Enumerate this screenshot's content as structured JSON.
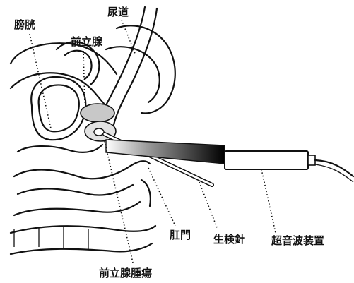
{
  "labels": {
    "bladder": "膀胱",
    "urethra": "尿道",
    "prostate": "前立腺",
    "anus": "肛門",
    "biopsy_needle": "生検針",
    "ultrasound_device": "超音波装置",
    "prostate_cancer": "前立腺腫瘍"
  },
  "colors": {
    "line": "#111111",
    "prostate_fill": "#c8c8c8",
    "probe_dark": "#000000",
    "probe_light": "#ffffff",
    "background": "#ffffff"
  }
}
